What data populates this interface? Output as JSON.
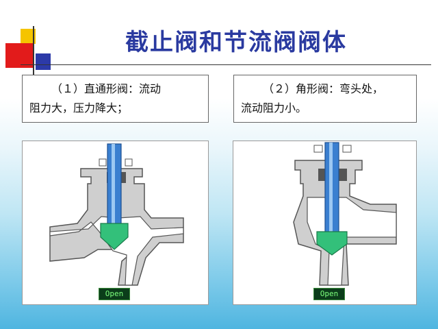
{
  "title": "截止阀和节流阀阀体",
  "left_box": {
    "line1": "（１）直通形阀：流动",
    "line2": "阻力大，压力降大；"
  },
  "right_box": {
    "line1": "（２）角形阀：弯头处，",
    "line2": "流动阻力小。"
  },
  "left_panel": {
    "status": "Open"
  },
  "right_panel": {
    "status": "Open"
  },
  "colors": {
    "title": "#2a3aa0",
    "body_gray": "#cfcfcf",
    "stem_blue": "#3a7fd0",
    "disc_green": "#33c07a",
    "packing": "#555555"
  }
}
